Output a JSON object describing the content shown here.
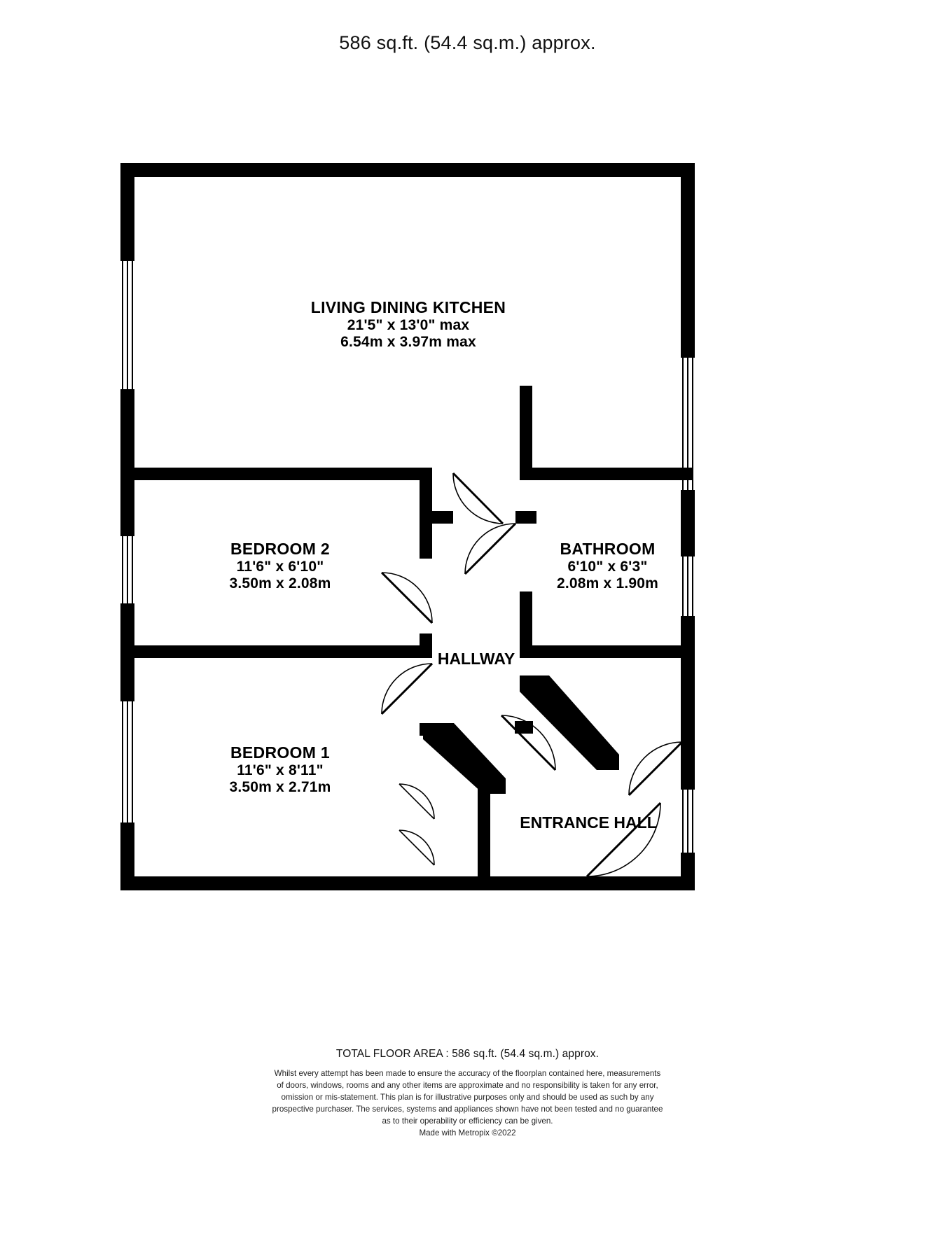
{
  "header": {
    "title": "586 sq.ft. (54.4 sq.m.) approx."
  },
  "plan": {
    "rooms": [
      {
        "id": "living",
        "name": "LIVING DINING KITCHEN",
        "dim_imperial": "21'5\"  x 13'0\" max",
        "dim_metric": "6.54m  x 3.97m max"
      },
      {
        "id": "bedroom2",
        "name": "BEDROOM 2",
        "dim_imperial": "11'6\"  x 6'10\"",
        "dim_metric": "3.50m  x 2.08m"
      },
      {
        "id": "bathroom",
        "name": "BATHROOM",
        "dim_imperial": "6'10\"  x 6'3\"",
        "dim_metric": "2.08m  x 1.90m"
      },
      {
        "id": "bedroom1",
        "name": "BEDROOM 1",
        "dim_imperial": "11'6\"  x 8'11\"",
        "dim_metric": "3.50m  x 2.71m"
      }
    ],
    "hallway_label": "HALLWAY",
    "entrance_hall_label": "ENTRANCE HALL",
    "colors": {
      "wall": "#000000",
      "background": "#ffffff",
      "door_arc": "#000000"
    }
  },
  "footer": {
    "total_floor_area": "TOTAL FLOOR AREA : 586 sq.ft. (54.4 sq.m.) approx.",
    "disclaimer_lines": [
      "Whilst every attempt has been made to ensure the accuracy of the floorplan contained here, measurements",
      "of doors, windows, rooms and any other items are approximate and no responsibility is taken for any error,",
      "omission or mis-statement. This plan is for illustrative purposes only and should be used as such by any",
      "prospective purchaser. The services, systems and appliances shown have not been tested and no guarantee",
      "as to their operability or efficiency can be given."
    ],
    "made_with": "Made with Metropix ©2022"
  }
}
